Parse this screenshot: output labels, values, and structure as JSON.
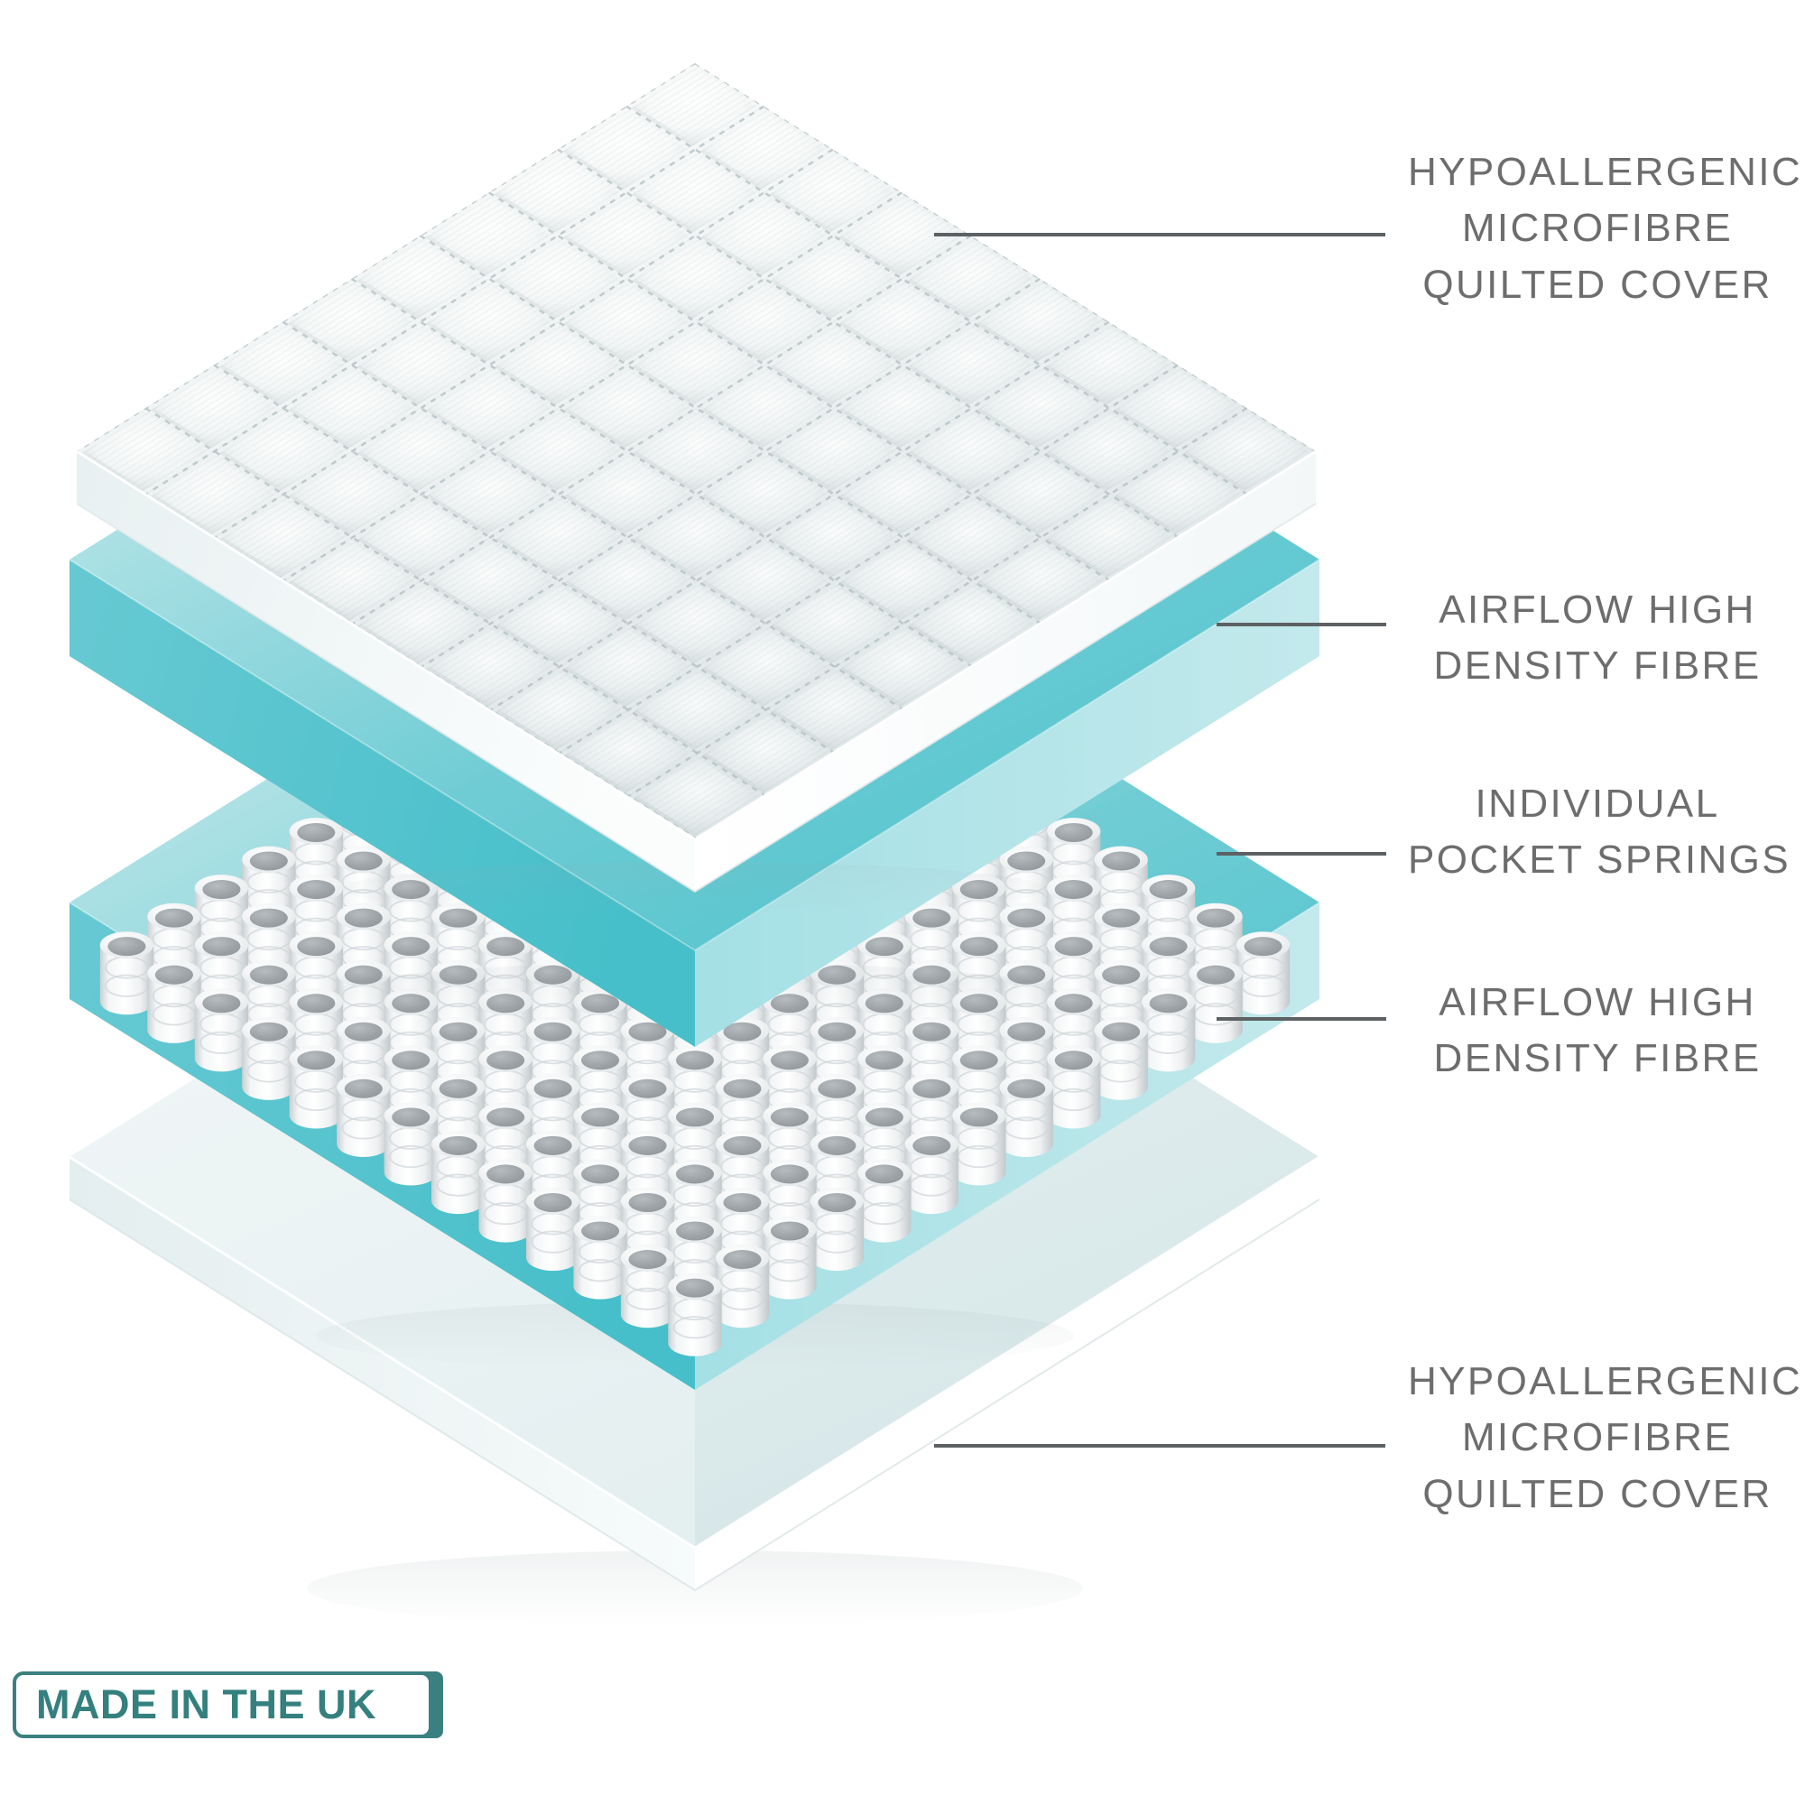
{
  "diagram": {
    "title": "Mattress construction exploded layer diagram",
    "background_color": "#ffffff",
    "label_text_color": "#6d6d6d",
    "leader_line_color": "#5d6163",
    "layers": [
      {
        "id": "top-cover",
        "name": "Hypoallergenic Microfibre Quilted Cover",
        "label_lines": [
          "HYPOALLERGENIC",
          "MICROFIBRE",
          "QUILTED COVER"
        ],
        "surface_color": "#f2f5f6",
        "edge_color": "#ffffff",
        "texture": "quilted-grid"
      },
      {
        "id": "upper-fibre",
        "name": "Airflow High Density Fibre",
        "label_lines": [
          "AIRFLOW HIGH",
          "DENSITY FIBRE"
        ],
        "surface_color": "#8fd7dd",
        "edge_color": "#54c6cf",
        "texture": "fibre-foam"
      },
      {
        "id": "pocket-springs",
        "name": "Individual Pocket Springs",
        "label_lines": [
          "INDIVIDUAL",
          "POCKET SPRINGS"
        ],
        "surface_color": "#e9ebec",
        "edge_color": "#ffffff",
        "texture": "pocket-spring-array"
      },
      {
        "id": "lower-fibre",
        "name": "Airflow High Density Fibre",
        "label_lines": [
          "AIRFLOW HIGH",
          "DENSITY FIBRE"
        ],
        "surface_color": "#8fd7dd",
        "edge_color": "#54c6cf",
        "texture": "fibre-foam"
      },
      {
        "id": "bottom-cover",
        "name": "Hypoallergenic Microfibre Quilted Cover",
        "label_lines": [
          "HYPOALLERGENIC",
          "MICROFIBRE",
          "QUILTED COVER"
        ],
        "surface_color": "#e7eeee",
        "edge_color": "#ffffff",
        "texture": "plain"
      }
    ]
  },
  "badge": {
    "text": "MADE IN THE UK",
    "border_color": "#3b8080",
    "text_color": "#34807e",
    "block_color": "#3b8080"
  }
}
